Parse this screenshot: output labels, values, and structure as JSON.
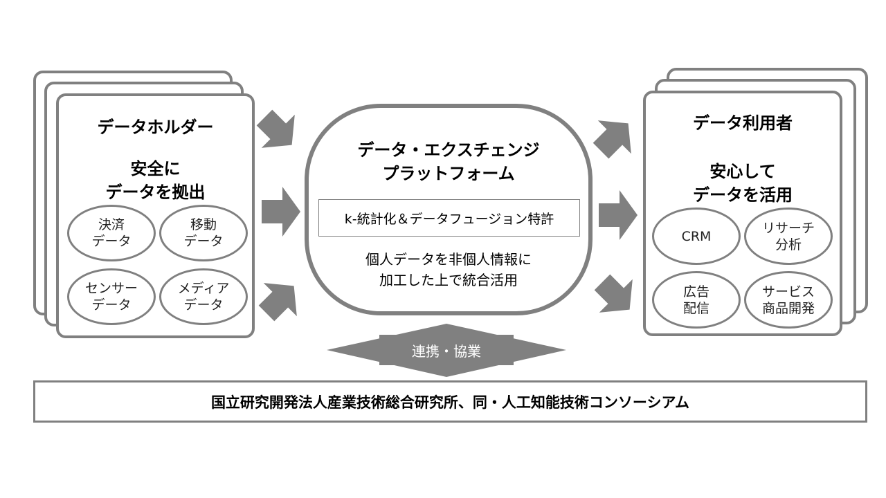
{
  "holder": {
    "title": "データホルダー",
    "subtitle": "安全に\nデータを拠出",
    "items": [
      "決済\nデータ",
      "移動\nデータ",
      "センサー\nデータ",
      "メディア\nデータ"
    ]
  },
  "platform": {
    "title": "データ・エクスチェンジ\nプラットフォーム",
    "patent": "k-統計化＆データフュージョン特許",
    "description": "個人データを非個人情報に\n加工した上で統合活用"
  },
  "user": {
    "title": "データ利用者",
    "subtitle": "安心して\nデータを活用",
    "items": [
      "CRM",
      "リサーチ\n分析",
      "広告\n配信",
      "サービス\n商品開発"
    ]
  },
  "collaboration": "連携・協業",
  "footer": "国立研究開発法人産業技術総合研究所、同・人工知能技術コンソーシアム",
  "colors": {
    "stroke": "#808080",
    "arrow": "#808080"
  }
}
